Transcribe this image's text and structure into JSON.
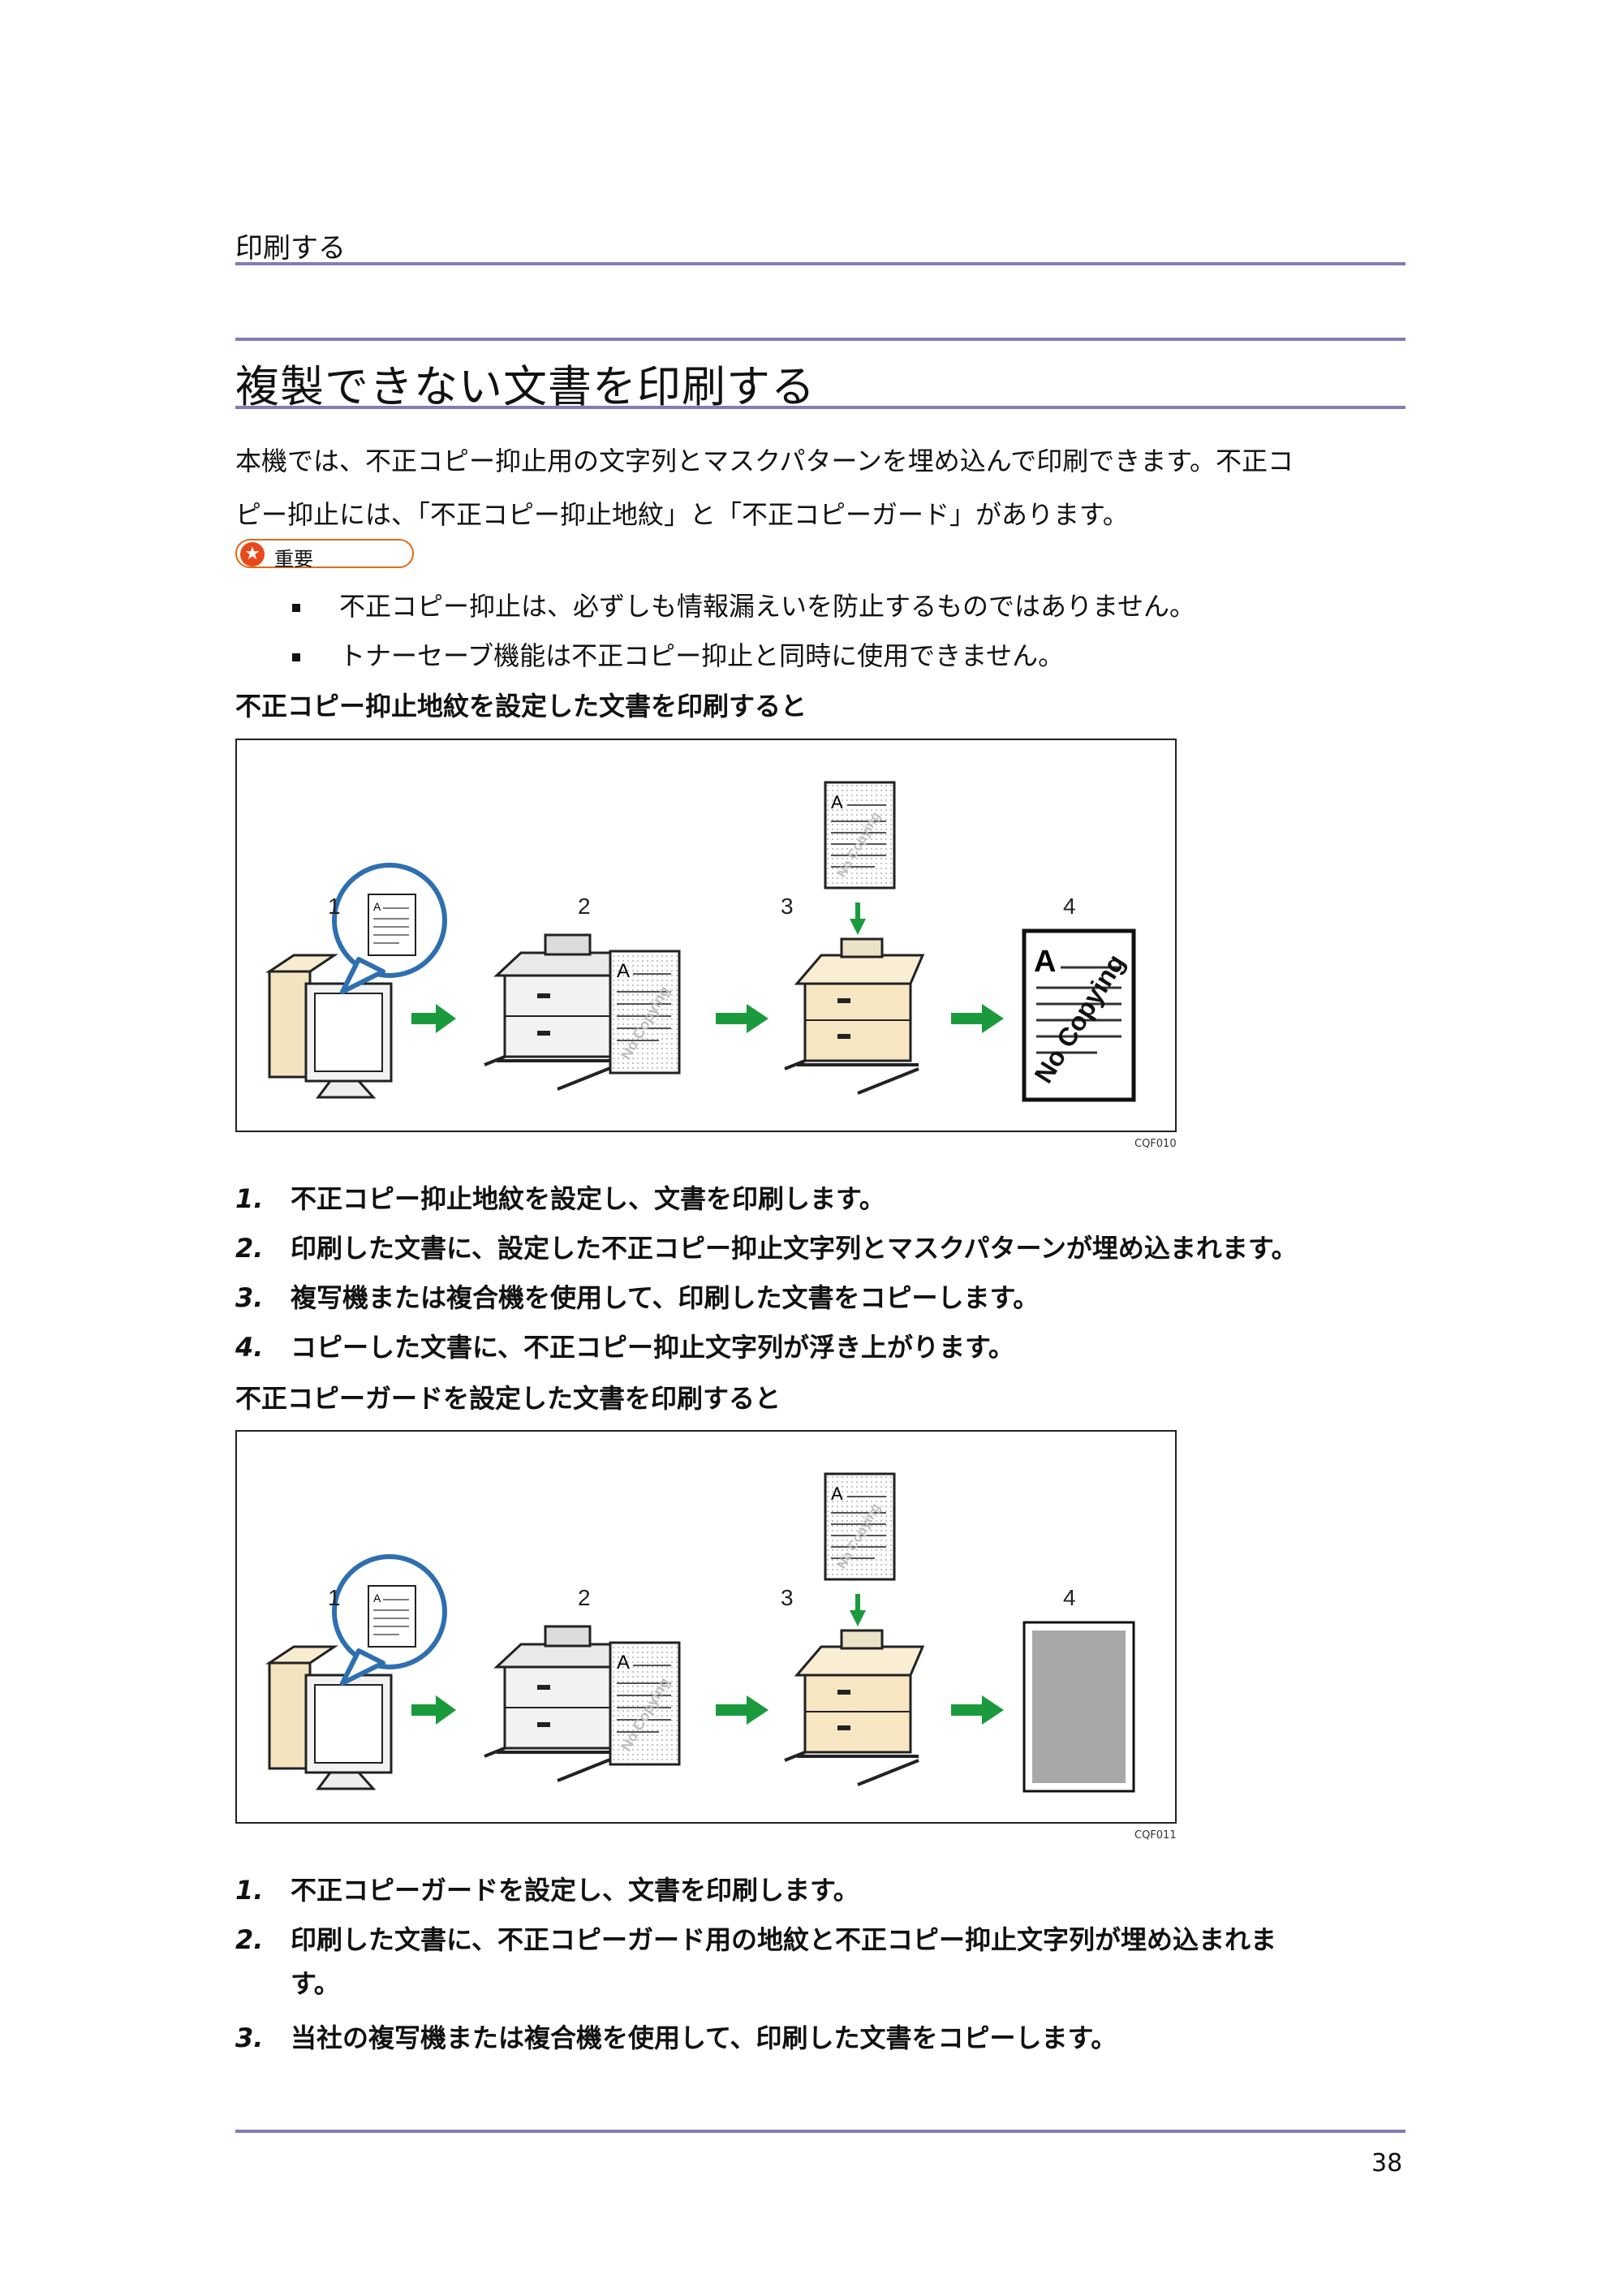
{
  "header": {
    "section": "印刷する"
  },
  "title": "複製できない文書を印刷する",
  "intro": [
    "本機では、不正コピー抑止用の文字列とマスクパターンを埋め込んで印刷できます。不正コ",
    "ピー抑止には、「不正コピー抑止地紋」と「不正コピーガード」があります。"
  ],
  "important": {
    "label": "重要",
    "items": [
      "不正コピー抑止は、必ずしも情報漏えいを防止するものではありません。",
      "トナーセーブ機能は不正コピー抑止と同時に使用できません。"
    ]
  },
  "section1": {
    "heading": "不正コピー抑止地紋を設定した文書を印刷すると",
    "figure": {
      "labels": [
        "1",
        "2",
        "3",
        "4"
      ],
      "doc_letter": "A",
      "watermark_text": "No Copying",
      "code": "CQF010"
    },
    "steps": [
      {
        "num": "1.",
        "text": "不正コピー抑止地紋を設定し、文書を印刷します。"
      },
      {
        "num": "2.",
        "text": "印刷した文書に、設定した不正コピー抑止文字列とマスクパターンが埋め込まれます。"
      },
      {
        "num": "3.",
        "text": "複写機または複合機を使用して、印刷した文書をコピーします。"
      },
      {
        "num": "4.",
        "text": "コピーした文書に、不正コピー抑止文字列が浮き上がります。"
      }
    ]
  },
  "section2": {
    "heading": "不正コピーガードを設定した文書を印刷すると",
    "figure": {
      "labels": [
        "1",
        "2",
        "3",
        "4"
      ],
      "doc_letter": "A",
      "watermark_text": "No Copying",
      "code": "CQF011"
    },
    "steps": [
      {
        "num": "1.",
        "text": "不正コピーガードを設定し、文書を印刷します。"
      },
      {
        "num": "2.",
        "text": "印刷した文書に、不正コピーガード用の地紋と不正コピー抑止文字列が埋め込まれま",
        "cont": "す。"
      },
      {
        "num": "3.",
        "text": "当社の複写機または複合機を使用して、印刷した文書をコピーします。"
      }
    ]
  },
  "page_number": "38"
}
